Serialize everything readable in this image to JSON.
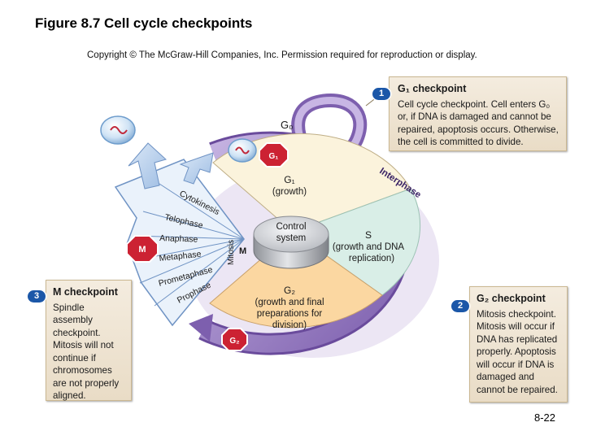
{
  "title": "Figure 8.7 Cell cycle checkpoints",
  "copyright": "Copyright © The McGraw-Hill Companies, Inc. Permission required for reproduction or display.",
  "page_number": "8-22",
  "colors": {
    "g1_sector": "#fbf3dc",
    "s_sector": "#d9eee7",
    "g2_sector": "#fbd7a1",
    "mitosis_fan": "#eaf2fb",
    "interphase_ring": "#9b7fc4",
    "checkpoint_red": "#cc2233",
    "callout_fill": "#efe4d2",
    "number_badge": "#1b57a8",
    "daughter_arrow": "#b9d2ef"
  },
  "diagram": {
    "g0_label": "G₀",
    "interphase_label": "Interphase",
    "control_system": [
      "Control",
      "system"
    ],
    "g1_sector": [
      "G₁",
      "(growth)"
    ],
    "s_sector": [
      "S",
      "(growth and DNA",
      "replication)"
    ],
    "g2_sector": [
      "G₂",
      "(growth and final",
      "preparations for",
      "division)"
    ],
    "m_label": "M",
    "mitosis_label": "Mitosis",
    "mitosis_phases": [
      "Cytokinesis",
      "Telophase",
      "Anaphase",
      "Metaphase",
      "Prometaphase",
      "Prophase"
    ],
    "checkpoint_badges": [
      "G₁",
      "M",
      "G₂"
    ]
  },
  "callouts": [
    {
      "number": "1",
      "title": "G₁ checkpoint",
      "body": "Cell cycle checkpoint. Cell enters G₀\nor, if DNA is damaged and cannot be\nrepaired, apoptosis occurs. Otherwise,\nthe cell is committed to divide."
    },
    {
      "number": "2",
      "title": "G₂ checkpoint",
      "body": "Mitosis checkpoint.\nMitosis will occur if\nDNA has replicated\nproperly. Apoptosis\nwill occur if DNA is\ndamaged and\ncannot be repaired."
    },
    {
      "number": "3",
      "title": "M checkpoint",
      "body": "Spindle\nassembly\ncheckpoint.\nMitosis will not\ncontinue if\nchromosomes\nare not properly\naligned."
    }
  ]
}
